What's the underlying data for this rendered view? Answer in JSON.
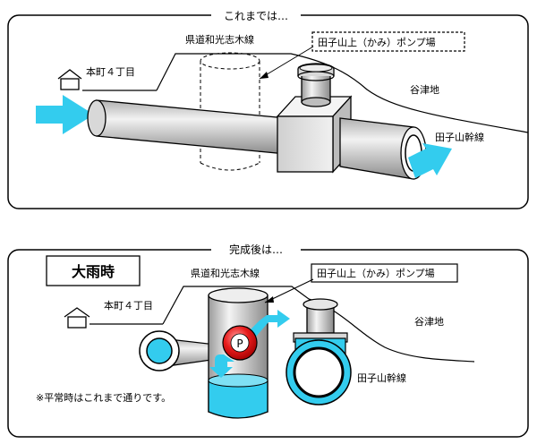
{
  "top_panel": {
    "title": "これまでは…",
    "road_label": "県道和光志木線",
    "pump_label": "田子山上（かみ）ポンプ場",
    "town_label": "本町４丁目",
    "valley_label": "谷津地",
    "trunk_label": "田子山幹線"
  },
  "bottom_panel": {
    "title": "完成後は…",
    "badge": "大雨時",
    "road_label": "県道和光志木線",
    "pump_label": "田子山上（かみ）ポンプ場",
    "town_label": "本町４丁目",
    "valley_label": "谷津地",
    "trunk_label": "田子山幹線",
    "pump_symbol": "P",
    "note": "※平常時はこれまで通りです。"
  },
  "colors": {
    "water": "#33ccee",
    "pipe_dark": "#999999",
    "pipe_light": "#e8e8e8",
    "pump_red": "#e81c1c"
  }
}
